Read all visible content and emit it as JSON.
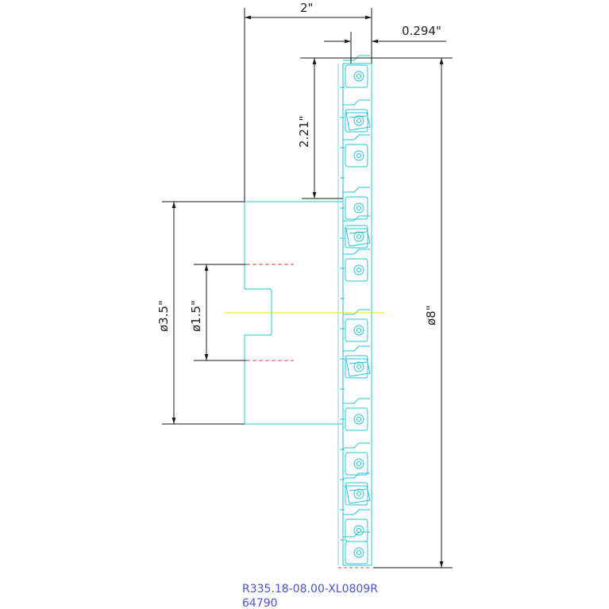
{
  "dimensions": {
    "width_2": "2\"",
    "width_0294": "0.294\"",
    "depth_221": "2.21\"",
    "dia_35": "ø3.5\"",
    "dia_15": "ø1.5\"",
    "dia_8": "ø8\""
  },
  "part": {
    "number": "R335.18-08.00-XL0809R",
    "id": "64790"
  },
  "colors": {
    "outline": "#22c4d8",
    "dimension": "#1a1a1a",
    "centerline": "#f0e000",
    "hidden": "#e04040",
    "label": "#4a56c8"
  }
}
